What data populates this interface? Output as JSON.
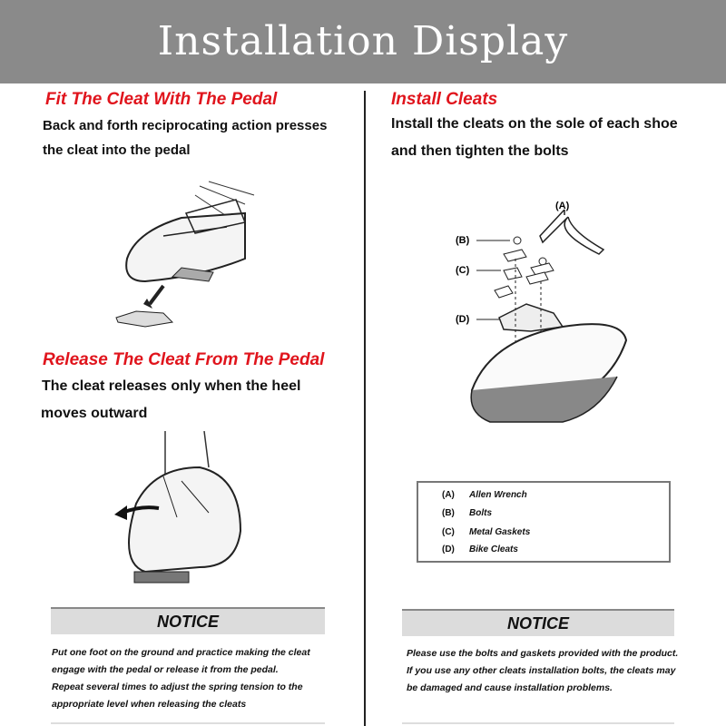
{
  "banner": {
    "title": "Installation Display"
  },
  "left": {
    "fit": {
      "heading": "Fit The Cleat With The Pedal",
      "line1": "Back and forth reciprocating action presses",
      "line2": "the cleat into the pedal"
    },
    "release": {
      "heading": "Release The Cleat From The Pedal",
      "line1": "The cleat releases only when the heel",
      "line2": "moves outward"
    },
    "notice": {
      "title": "NOTICE",
      "lines": [
        "Put one foot on the ground and practice making the cleat",
        "engage with the pedal or release it from the pedal.",
        "Repeat several times to adjust the spring tension to the",
        "appropriate level  when releasing the cleats"
      ]
    }
  },
  "right": {
    "install": {
      "heading": "Install Cleats",
      "line1": "Install the cleats on the sole of each shoe",
      "line2": "and then tighten the bolts"
    },
    "diagram_labels": {
      "a": "(A)",
      "b": "(B)",
      "c": "(C)",
      "d": "(D)"
    },
    "legend": [
      {
        "key": "(A)",
        "label": "Allen Wrench"
      },
      {
        "key": "(B)",
        "label": "Bolts"
      },
      {
        "key": "(C)",
        "label": "Metal Gaskets"
      },
      {
        "key": "(D)",
        "label": "Bike Cleats"
      }
    ],
    "notice": {
      "title": "NOTICE",
      "lines": [
        "Please use the bolts and gaskets provided with the product.",
        "If you use any other cleats installation bolts, the cleats may",
        "be damaged and cause installation problems."
      ]
    }
  },
  "colors": {
    "banner": "#8a8a8a",
    "heading": "#e0141c",
    "notice_bar": "#dcdcdc"
  }
}
